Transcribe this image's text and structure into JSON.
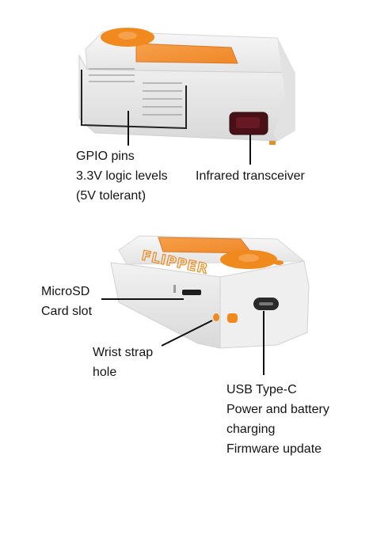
{
  "device": {
    "brand_logo": "FLIPPER",
    "colors": {
      "body": "#f3f3f3",
      "accent": "#f08a1e",
      "screen": "#f5923a",
      "ir_window": "#5a1620"
    }
  },
  "callouts": {
    "gpio": [
      "GPIO pins",
      "3.3V logic levels",
      "(5V tolerant)"
    ],
    "infrared": [
      "Infrared transceiver"
    ],
    "microsd": [
      "MicroSD",
      "Card slot"
    ],
    "wrist_strap": [
      "Wrist strap",
      "hole"
    ],
    "usb": [
      "USB Type-C",
      "Power and battery",
      "charging",
      "Firmware update"
    ]
  }
}
